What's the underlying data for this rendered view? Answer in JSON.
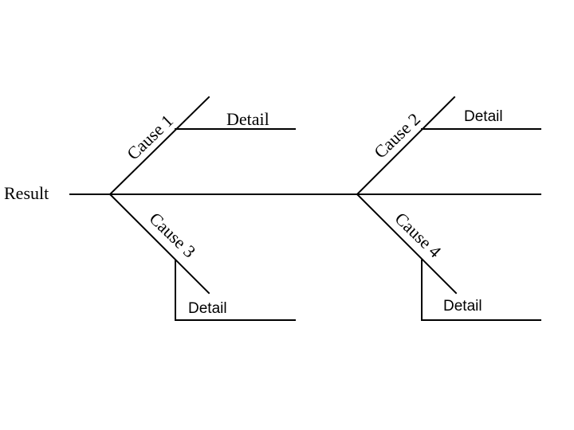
{
  "diagram": {
    "type": "fishbone",
    "result_label": "Result",
    "causes": [
      {
        "label": "Cause 1",
        "detail": "Detail"
      },
      {
        "label": "Cause 2",
        "detail": "Detail"
      },
      {
        "label": "Cause 3",
        "detail": "Detail"
      },
      {
        "label": "Cause 4",
        "detail": "Detail"
      }
    ]
  }
}
